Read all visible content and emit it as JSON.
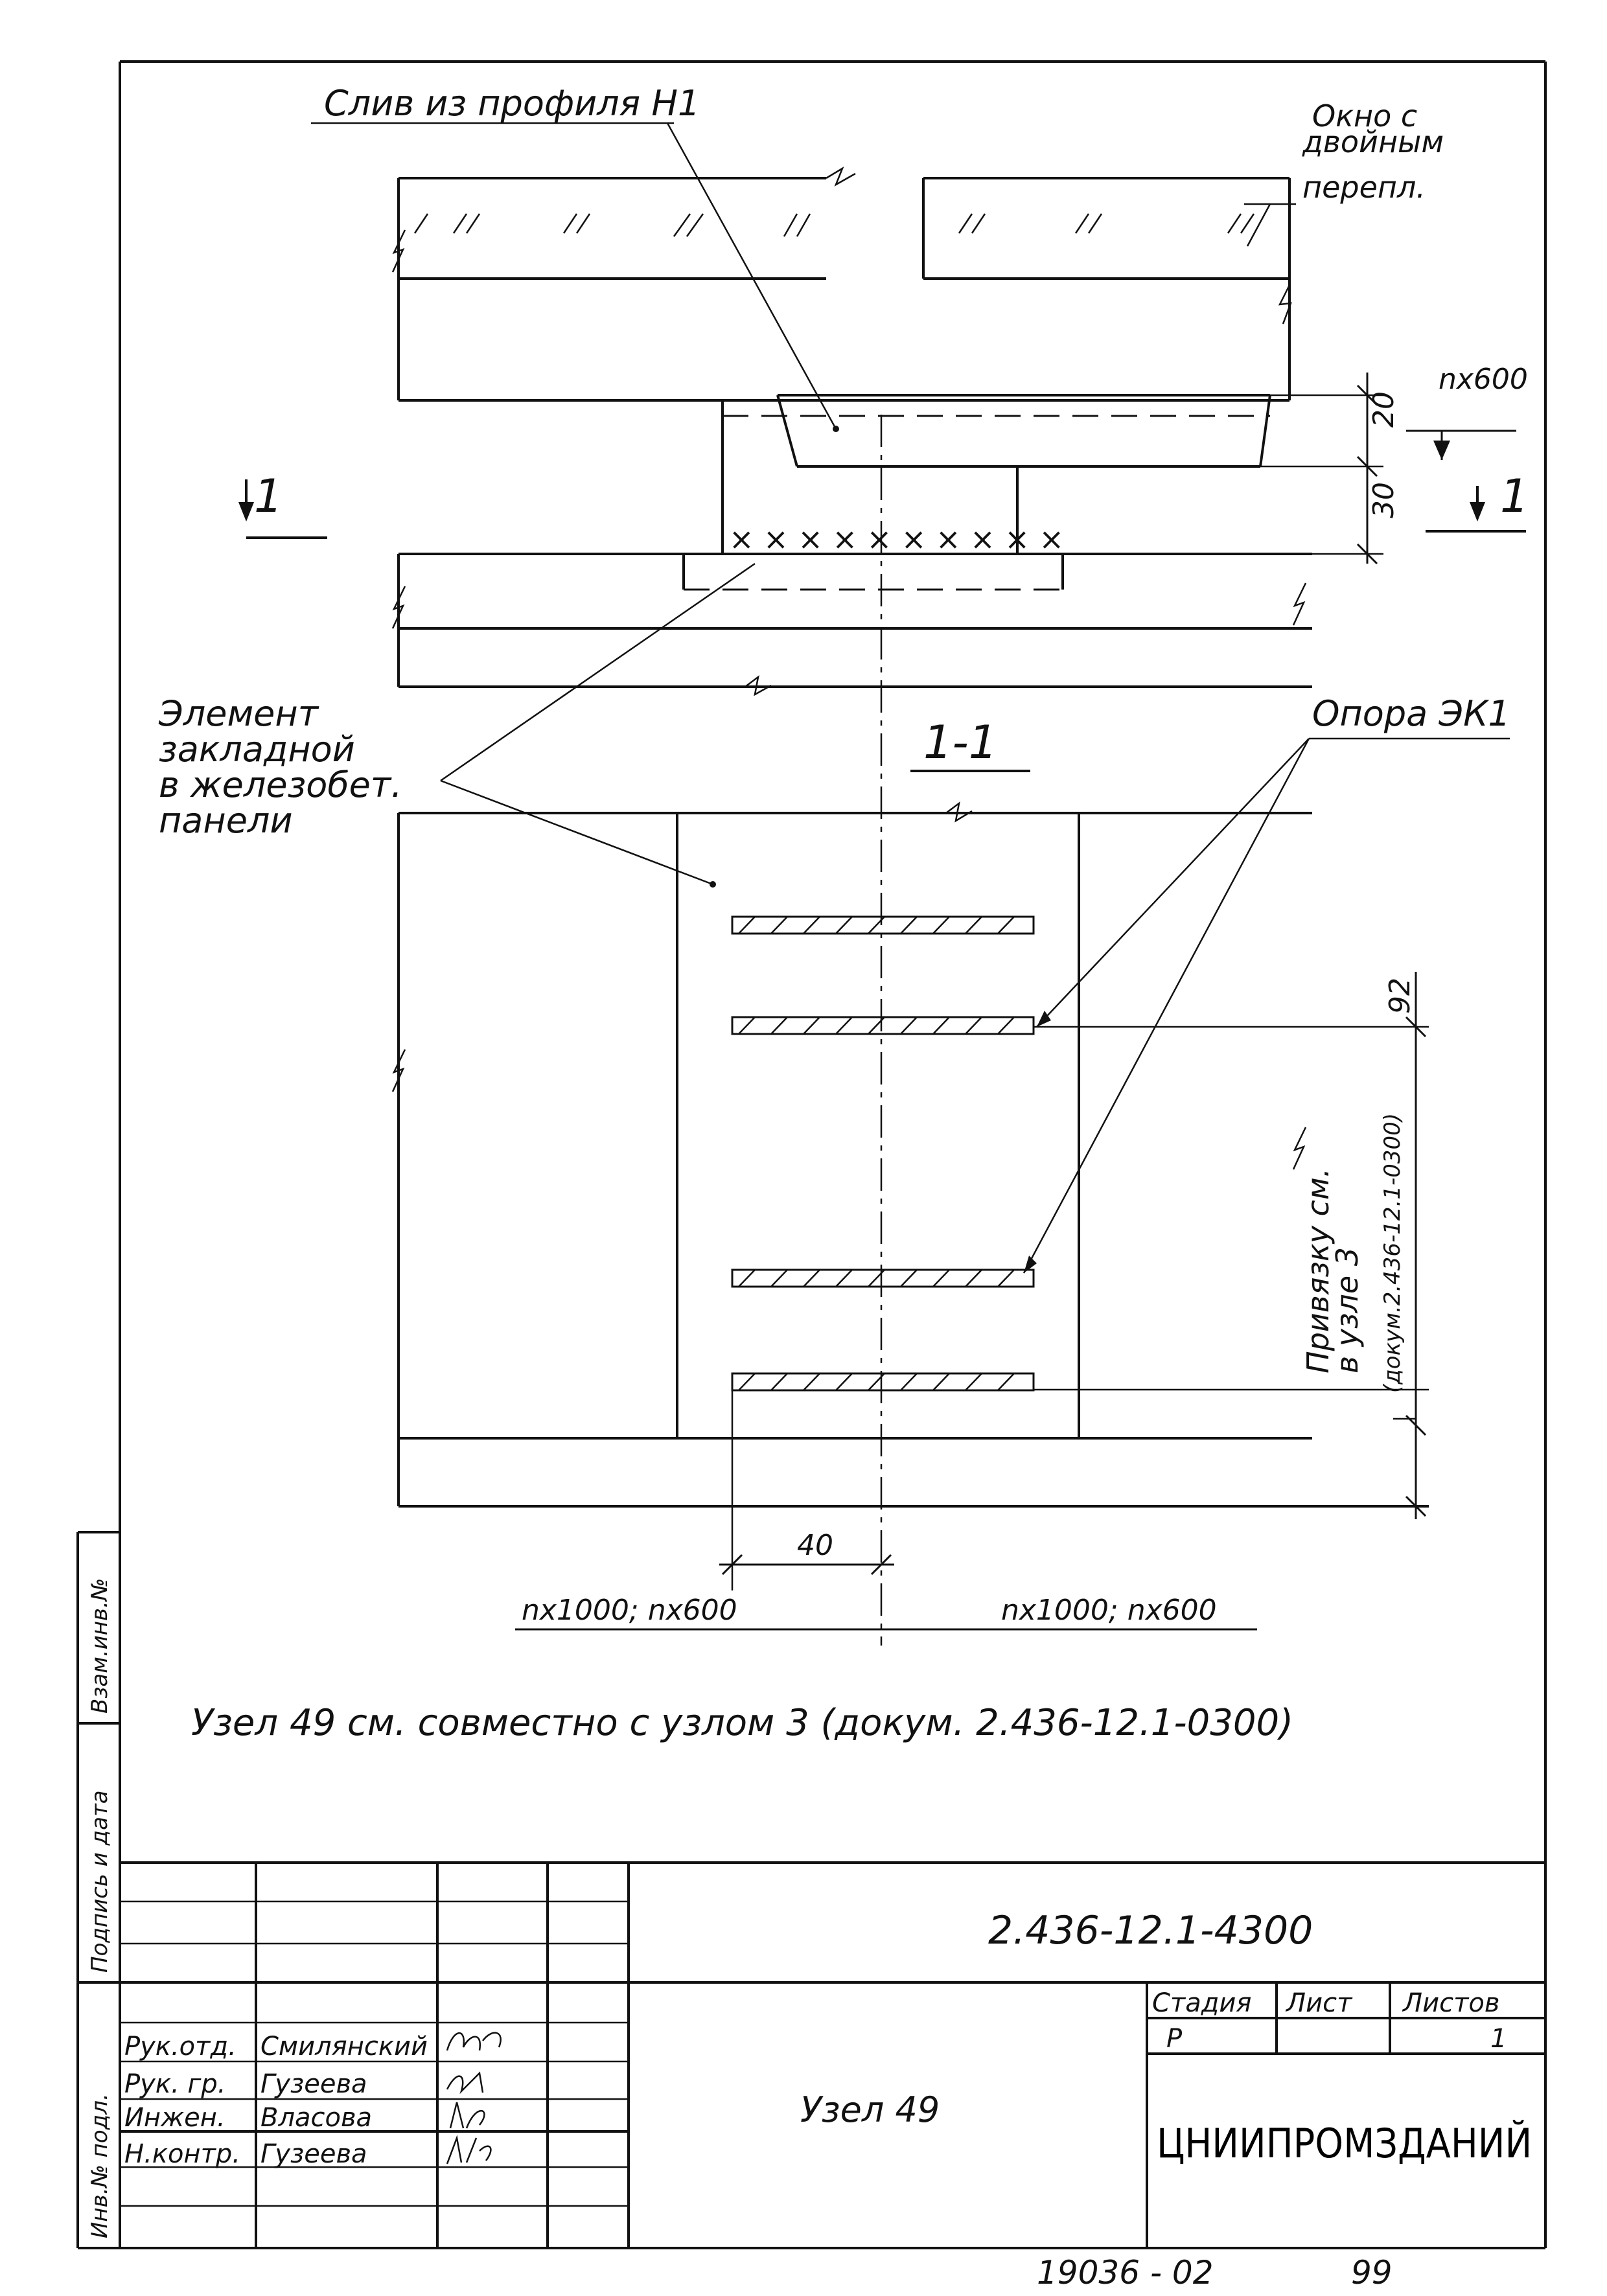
{
  "drawing": {
    "labels": {
      "drain": "Слив из профиля Н1",
      "window_line1": "Окно с",
      "window_line2": "двойным",
      "window_line3": "перепл.",
      "embed_line1": "Элемент",
      "embed_line2": "закладной",
      "embed_line3": "в железобет.",
      "embed_line4": "панели",
      "support": "Опора ЭК1",
      "section_title": "1-1",
      "section_mark_left": "1",
      "section_mark_right": "1",
      "binding_line1": "Привязку см.",
      "binding_line2": "в узле 3",
      "binding_line3": "(докум.2.436-12.1-0300)"
    },
    "dimensions": {
      "d20": "20",
      "d30": "30",
      "d92": "92",
      "d40": "40",
      "nx600_top": "nx600",
      "bottom_left": "nx1000;  nx600",
      "bottom_right": "nx1000;  nx600"
    },
    "note": "Узел 49 см. совместно с узлом 3 (докум. 2.436-12.1-0300)"
  },
  "title_block": {
    "doc_code": "2.436-12.1-4300",
    "sheet_title": "Узел 49",
    "stage_header": "Стадия",
    "sheet_header": "Лист",
    "sheets_header": "Листов",
    "stage_value": "Р",
    "sheets_value": "1",
    "organization": "ЦНИИПРОМЗДАНИЙ",
    "roles": [
      "Рук.отд.",
      "Рук. гр.",
      "Инжен.",
      "Н.контр."
    ],
    "names": [
      "Смилянский",
      "Гузеева",
      "Власова",
      "Гузеева"
    ]
  },
  "side_stamp": {
    "field1": "Инв.№ подл.",
    "field2": "Подпись и дата",
    "field3": "Взам.инв.№"
  },
  "footer": {
    "number": "19036 - 02",
    "page": "99"
  }
}
